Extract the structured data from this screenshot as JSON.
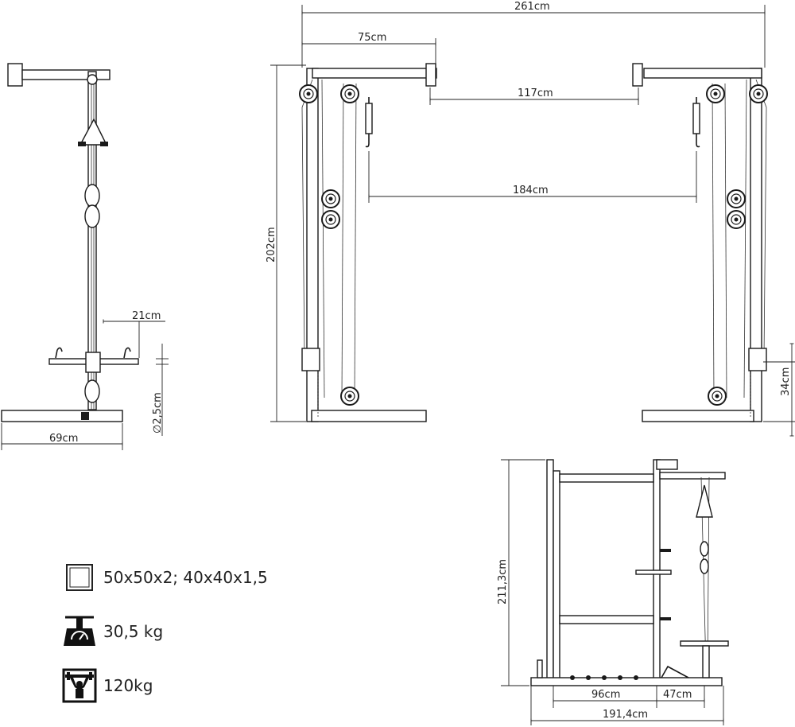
{
  "dimensions": {
    "total_width": "261cm",
    "arm_length": "75cm",
    "arm_gap": "117cm",
    "handle_gap": "184cm",
    "front_height": "202cm",
    "side_depth": "69cm",
    "bar_offset": "21cm",
    "bar_diameter": "∅2,5cm",
    "low_pulley_height": "34cm",
    "rack_height": "211,3cm",
    "rack_depth_main": "96cm",
    "rack_depth_extra": "47cm",
    "rack_total_depth": "191,4cm"
  },
  "legend": {
    "profile": "50x50x2; 40x40x1,5",
    "weight": "30,5 kg",
    "max_load": "120kg"
  }
}
